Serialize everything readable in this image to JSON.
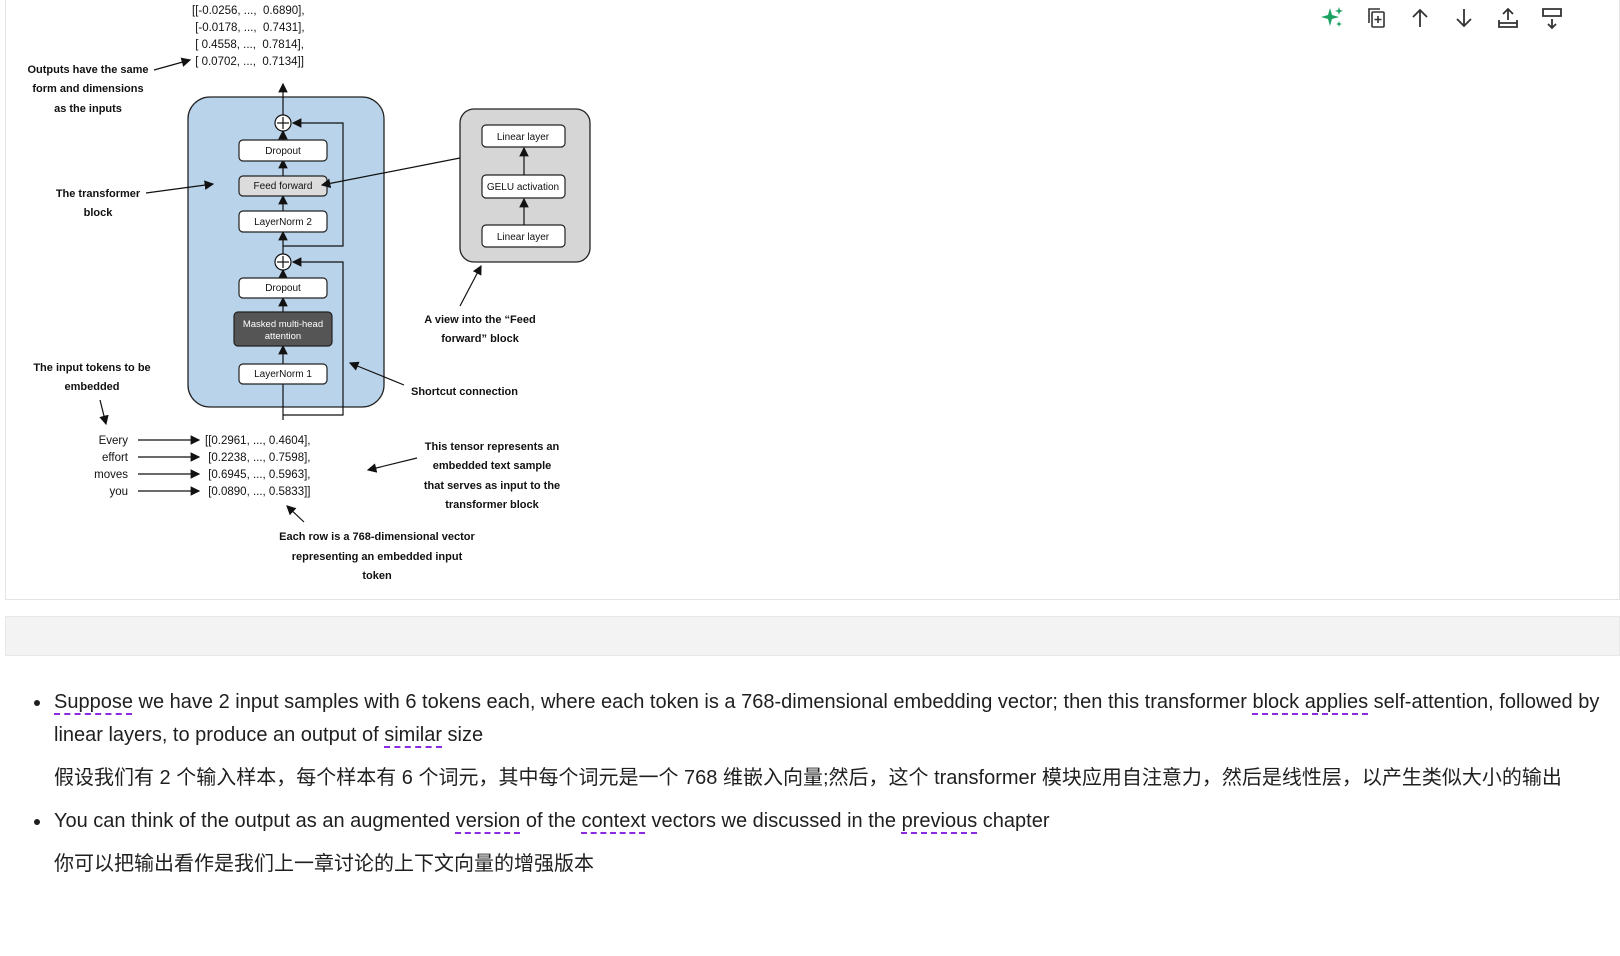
{
  "toolbar": {
    "icons": [
      "sparkle-icon",
      "copy-icon",
      "arrow-up-icon",
      "arrow-down-icon",
      "insert-above-icon",
      "insert-below-icon"
    ],
    "accent": "#1aa260"
  },
  "figure": {
    "output_matrix": [
      "[[-0.0256, ...,  0.6890],",
      " [-0.0178, ...,  0.7431],",
      " [ 0.4558, ...,  0.7814],",
      " [ 0.0702, ...,  0.7134]]"
    ],
    "input_matrix": [
      "[[0.2961, ..., 0.4604],",
      " [0.2238, ..., 0.7598],",
      " [0.6945, ..., 0.5963],",
      " [0.0890, ..., 0.5833]]"
    ],
    "tokens": [
      "Every",
      "effort",
      "moves",
      "you"
    ],
    "blocks": {
      "dropout_top": "Dropout",
      "feed_forward": "Feed forward",
      "layernorm2": "LayerNorm 2",
      "dropout_bottom": "Dropout",
      "mha_line1": "Masked multi-head",
      "mha_line2": "attention",
      "layernorm1": "LayerNorm 1"
    },
    "ff_view": {
      "linear_top": "Linear layer",
      "gelu": "GELU activation",
      "linear_bottom": "Linear layer"
    },
    "annotations": {
      "outputs_same": [
        "Outputs have the same",
        "form and dimensions",
        "as the inputs"
      ],
      "transformer_block": [
        "The transformer",
        "block"
      ],
      "input_tokens": [
        "The input tokens to be",
        "embedded"
      ],
      "ff_view": [
        "A view into the “Feed",
        "forward” block"
      ],
      "shortcut": "Shortcut connection",
      "tensor": [
        "This tensor represents an",
        "embedded text sample",
        "that serves as input to the",
        "transformer block"
      ],
      "each_row": [
        "Each row is a 768-dimensional vector",
        "representing an embedded input",
        "token"
      ]
    },
    "colors": {
      "block_bg": "#b9d3ea",
      "ff_bg": "#d6d6d6",
      "mha_bg": "#555555"
    }
  },
  "notes": {
    "item1": {
      "en_parts": [
        "Suppose",
        " we have 2 input samples with 6 tokens each, where each token is a 768-dimensional embedding vector; then this transformer ",
        "block applies",
        " self-attention, followed by linear layers, to produce an output of ",
        "similar",
        " size"
      ],
      "zh": "假设我们有 2 个输入样本，每个样本有 6 个词元，其中每个词元是一个 768 维嵌入向量;然后，这个 transformer 模块应用自注意力，然后是线性层，以产生类似大小的输出"
    },
    "item2": {
      "en_parts": [
        "You can think of the output as an augmented ",
        "version",
        " of the ",
        "context",
        " vectors we discussed in the ",
        "previous",
        " chapter"
      ],
      "zh": "你可以把输出看作是我们上一章讨论的上下文向量的增强版本"
    }
  }
}
